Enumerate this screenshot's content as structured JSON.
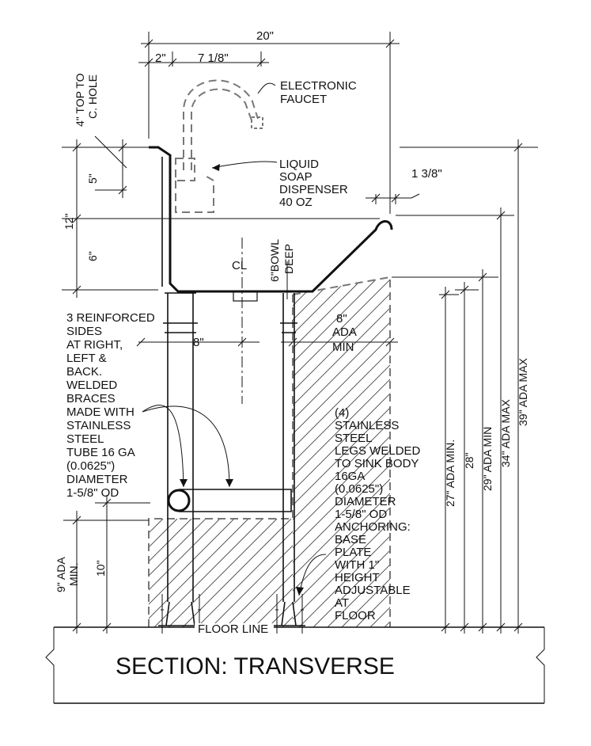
{
  "title": "SECTION: TRANSVERSE",
  "dimensions": {
    "overall_width": "20\"",
    "offset_2": "2\"",
    "faucet_offset": "7 1/8\"",
    "top_to_c_hole_line1": "4\" TOP TO",
    "top_to_c_hole_line2": "C. HOLE",
    "five": "5\"",
    "twelve": "12\"",
    "six": "6\"",
    "one_three_eighths": "1 3/8\"",
    "bowl_deep_line1": "6\"BOWL",
    "bowl_deep_line2": "DEEP",
    "eight_left": "8\"",
    "eight_right": "8\"",
    "ada_min_a": "ADA",
    "ada_min_b": "MIN",
    "ten": "10\"",
    "nine_ada_line1": "9\" ADA",
    "nine_ada_line2": "MIN.",
    "ada_27": "27\" ADA MIN.",
    "ada_28": "28\"",
    "ada_29": "29\" ADA MIN",
    "ada_34": "34\" ADA MAX",
    "ada_39": "39\" ADA MAX",
    "centerline": "CL"
  },
  "labels": {
    "faucet": [
      "ELECTRONIC",
      "FAUCET"
    ],
    "soap": [
      "LIQUID",
      "SOAP",
      "DISPENSER",
      "40 OZ"
    ],
    "reinforced": [
      "3 REINFORCED",
      "SIDES",
      "AT RIGHT,",
      "LEFT &",
      "BACK.",
      "WELDED",
      "BRACES",
      "MADE WITH",
      "STAINLESS",
      "STEEL",
      "TUBE 16 GA",
      "(0.0625\")",
      "DIAMETER",
      "1-5/8\" OD"
    ],
    "legs": [
      "(4)",
      "STAINLESS",
      "STEEL",
      "LEGS WELDED",
      "TO SINK BODY",
      "16GA",
      "(0.0625\")",
      "DIAMETER",
      "1-5/8\" OD",
      "ANCHORING:",
      "BASE",
      "PLATE",
      "WITH 1\"",
      "HEIGHT",
      "ADJUSTABLE",
      "AT",
      "FLOOR"
    ],
    "floor_line": "FLOOR LINE"
  }
}
